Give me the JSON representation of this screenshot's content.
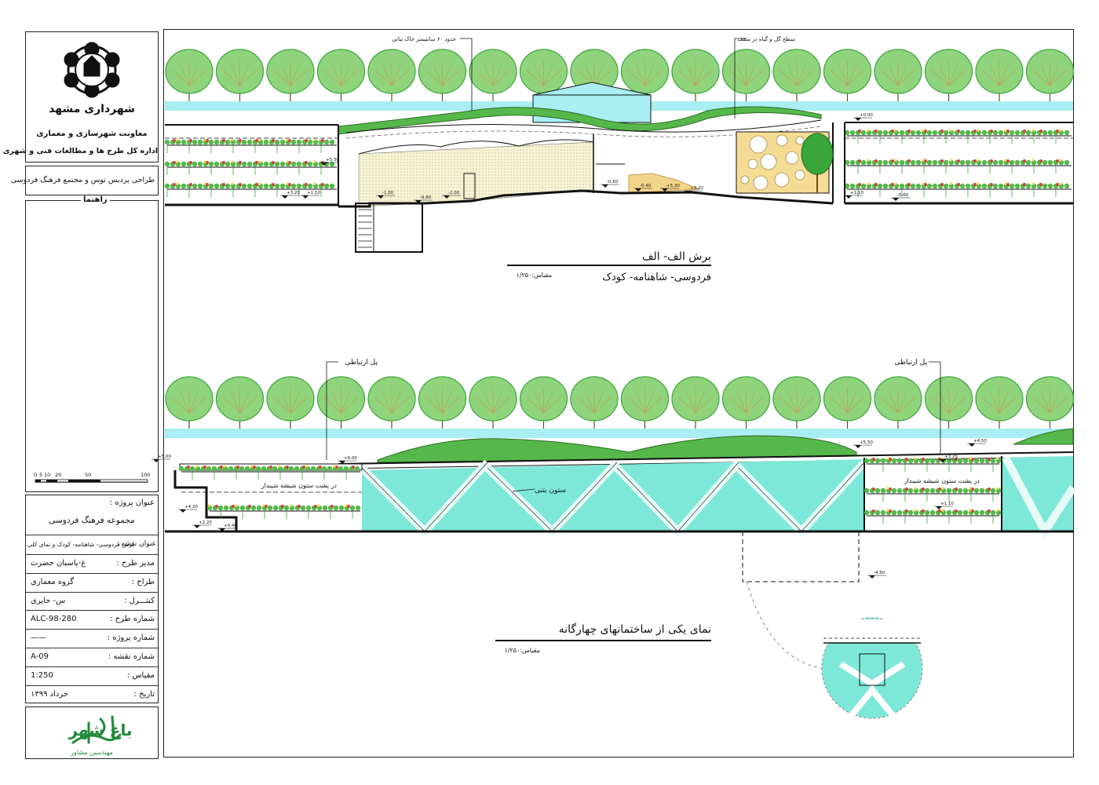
{
  "titleblock": {
    "org_name": "شهرداری مشهد",
    "dept_line1": "معاونت شهرسازی و معماری",
    "dept_line2": "اداره کل طرح ها و مطالعات فنی و شهری",
    "design_title": "طراحی پردیس توس و مجتمع فرهنگ فردوسی",
    "guide_label": "راهنما",
    "scale_ticks": [
      "0",
      "5",
      "10",
      "20",
      "50",
      "100"
    ],
    "project_title_label": "عنوان پروژه :",
    "project_title_value": "مجموعه فرهنگ فردوسی",
    "sheet_title_label": "عنوان نقشه :",
    "sheet_title_value": "برش فردوسی- شاهنامه- کودک و نمای کلی",
    "rows": [
      {
        "label": "مدیر طرح :",
        "value": "غ-پاسبان حضرت"
      },
      {
        "label": "طراح :",
        "value": "گروه معماری"
      },
      {
        "label": "کنتـــرل :",
        "value": "س- حایری"
      },
      {
        "label": "شماره طرح :",
        "value": "280-ALC-98"
      },
      {
        "label": "شماره پروژه :",
        "value": "——"
      },
      {
        "label": "شماره نقشه :",
        "value": "A-09"
      },
      {
        "label": "مقیاس :",
        "value": "1:250"
      },
      {
        "label": "تاریخ :",
        "value": "خرداد ۱۳۹۹"
      }
    ],
    "bottom_logo_text": "باغ شهر",
    "bottom_logo_sub": "مهندسین مشاور"
  },
  "section1": {
    "title": "برش الف- الف",
    "subtitle": "فردوسی- شاهنامه- کودک",
    "scale": "مقیاس:۱/۲۵۰",
    "note_left": "حدود ۶۰ سانتیمتر خاک نباتی",
    "note_right": "سطح گل و گیاه در سقف",
    "levels": [
      "+0.00",
      "+5.30",
      "+3.20",
      "+1.10",
      "-1.00",
      "-2.00",
      "-0.80",
      "-0.60",
      "-0.40",
      "+5.30",
      "+3.20",
      "+1.10",
      "-0.60"
    ]
  },
  "section2": {
    "title": "نمای یکی از ساختمانهای چهارگانه",
    "scale": "مقیاس:۱/۲۵۰",
    "callout_left": "پل ارتباطی",
    "callout_right": "پل ارتباطی",
    "label_column": "ستون بتنی",
    "label_glass_left": "در پشت ستون شیشه شیبدار",
    "label_glass_right": "در پشت ستون شیشه شیبدار",
    "levels": [
      "+5.00",
      "+6.00",
      "+4.20",
      "+2.20",
      "+0.40",
      "+5.50",
      "+4.50",
      "+3.20",
      "+1.10",
      "-4.50"
    ]
  },
  "colors": {
    "sky": "#a8eef2",
    "glass": "#7de8d8",
    "tree": "#3aa63a",
    "green_roof": "#56b84a",
    "flower": "#d44040",
    "sand": "#f3d58a",
    "panel_yellow": "#f5dc95"
  }
}
